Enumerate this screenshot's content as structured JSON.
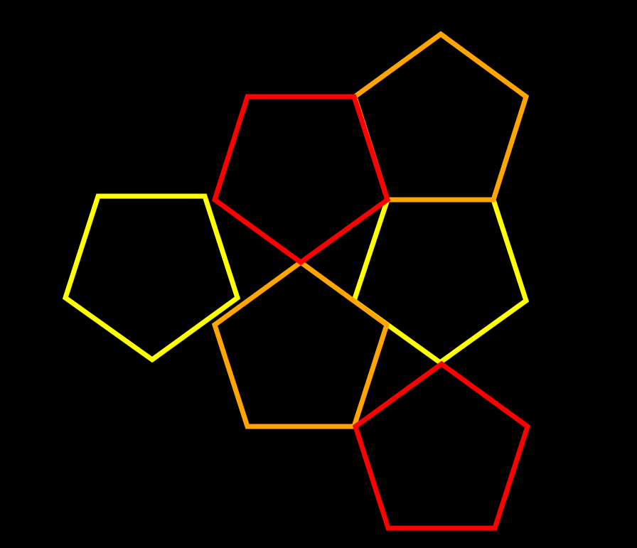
{
  "background_color": "#000000",
  "colors": {
    "red": "#ff0000",
    "orange": "#ffa500",
    "yellow": "#ffff00"
  },
  "shapes": [
    {
      "name": "pentagon-yellow-left",
      "kind": "pentagon",
      "color": "yellow",
      "orientation": "point-down"
    },
    {
      "name": "pentagon-red-top",
      "kind": "pentagon",
      "color": "red",
      "orientation": "point-down"
    },
    {
      "name": "pentagon-orange-top-right",
      "kind": "pentagon",
      "color": "orange",
      "orientation": "point-up"
    },
    {
      "name": "pentagon-yellow-right",
      "kind": "pentagon",
      "color": "yellow",
      "orientation": "point-down"
    },
    {
      "name": "pentagon-orange-center",
      "kind": "pentagon",
      "color": "orange",
      "orientation": "point-up"
    },
    {
      "name": "pentagon-red-bottom",
      "kind": "pentagon",
      "color": "red",
      "orientation": "point-up"
    }
  ]
}
